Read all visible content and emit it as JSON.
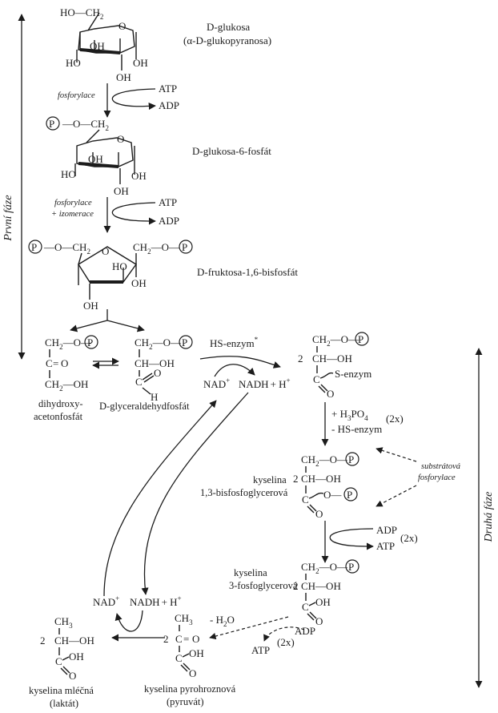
{
  "phases": {
    "first": "První fáze",
    "second": "Druhá fáze"
  },
  "cofactors": {
    "atp": "ATP",
    "adp": "ADP",
    "nad": "NAD",
    "nadh": "NADH",
    "plus_h": "+ H",
    "sup_plus": "+",
    "hs_enzym": "HS-enzym",
    "asterisk": "*",
    "h3po4": "+ H",
    "h3po4_sub3": "3",
    "h3po4_po": "PO",
    "h3po4_sub4": "4",
    "minus_hs": "- HS-enzym",
    "times2": "(2x)",
    "minus_h2o": "- H",
    "h2o_sub": "2",
    "h2o_o": "O"
  },
  "steps": {
    "fosforylace": "fosforylace",
    "fosforylace_iz_1": "fosforylace",
    "fosforylace_iz_2": "+ izomerace",
    "substratova_1": "substrátová",
    "substratova_2": "fosforylace"
  },
  "compounds": {
    "glukosa_1": "D-glukosa",
    "glukosa_2": "(α-D-glukopyranosa)",
    "g6p": "D-glukosa-6-fosfát",
    "f16bp": "D-fruktosa-1,6-bisfosfát",
    "dhap_1": "dihydroxy-",
    "dhap_2": "acetonfosfát",
    "gap": "D-glyceraldehydfosfát",
    "bpg_1": "kyselina",
    "bpg_2": "1,3-bisfosfoglycerová",
    "pg3_1": "kyselina",
    "pg3_2": "3-fosfoglycerová",
    "lactate_1": "kyselina mléčná",
    "lactate_2": "(laktát)",
    "pyruvate_1": "kyselina pyrohroznová",
    "pyruvate_2": "(pyruvát)"
  },
  "atoms": {
    "ho": "HO",
    "ho_ch2": "HO—CH",
    "oh": "OH",
    "h": "H",
    "o": "O",
    "c": "C",
    "p": "P",
    "ch2": "CH",
    "sub2": "2",
    "ch3": "CH",
    "sub3": "3",
    "two": "2",
    "ch_oh": "CH—OH",
    "s_enzym": "S-enzym",
    "oh_c": "OH",
    "eq": "="
  }
}
